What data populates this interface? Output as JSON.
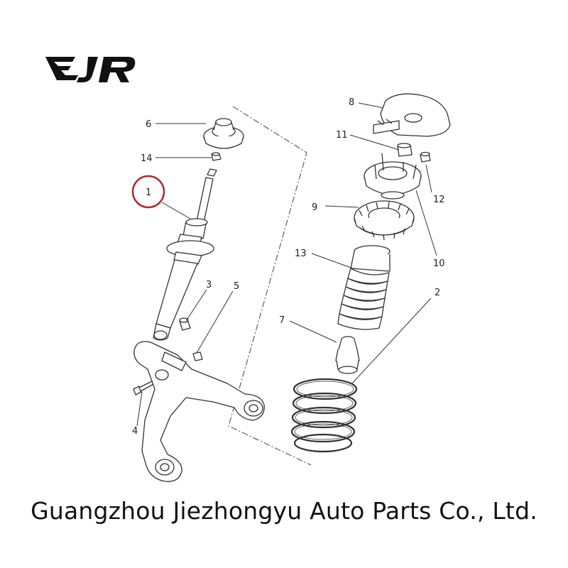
{
  "brand": {
    "logo_text": "EJR"
  },
  "callouts": [
    {
      "id": "1",
      "label": "1",
      "highlighted": true
    },
    {
      "id": "2",
      "label": "2"
    },
    {
      "id": "3",
      "label": "3"
    },
    {
      "id": "4",
      "label": "4"
    },
    {
      "id": "5",
      "label": "5"
    },
    {
      "id": "6",
      "label": "6"
    },
    {
      "id": "7",
      "label": "7"
    },
    {
      "id": "8",
      "label": "8"
    },
    {
      "id": "9",
      "label": "9"
    },
    {
      "id": "10",
      "label": "10"
    },
    {
      "id": "11",
      "label": "11"
    },
    {
      "id": "12",
      "label": "12"
    },
    {
      "id": "13",
      "label": "13"
    },
    {
      "id": "14",
      "label": "14"
    }
  ],
  "footer": {
    "company": "Guangzhou Jiezhongyu Auto Parts Co., Ltd."
  },
  "colors": {
    "highlight": "#b02a2a",
    "line": "#333333",
    "text": "#111111"
  }
}
